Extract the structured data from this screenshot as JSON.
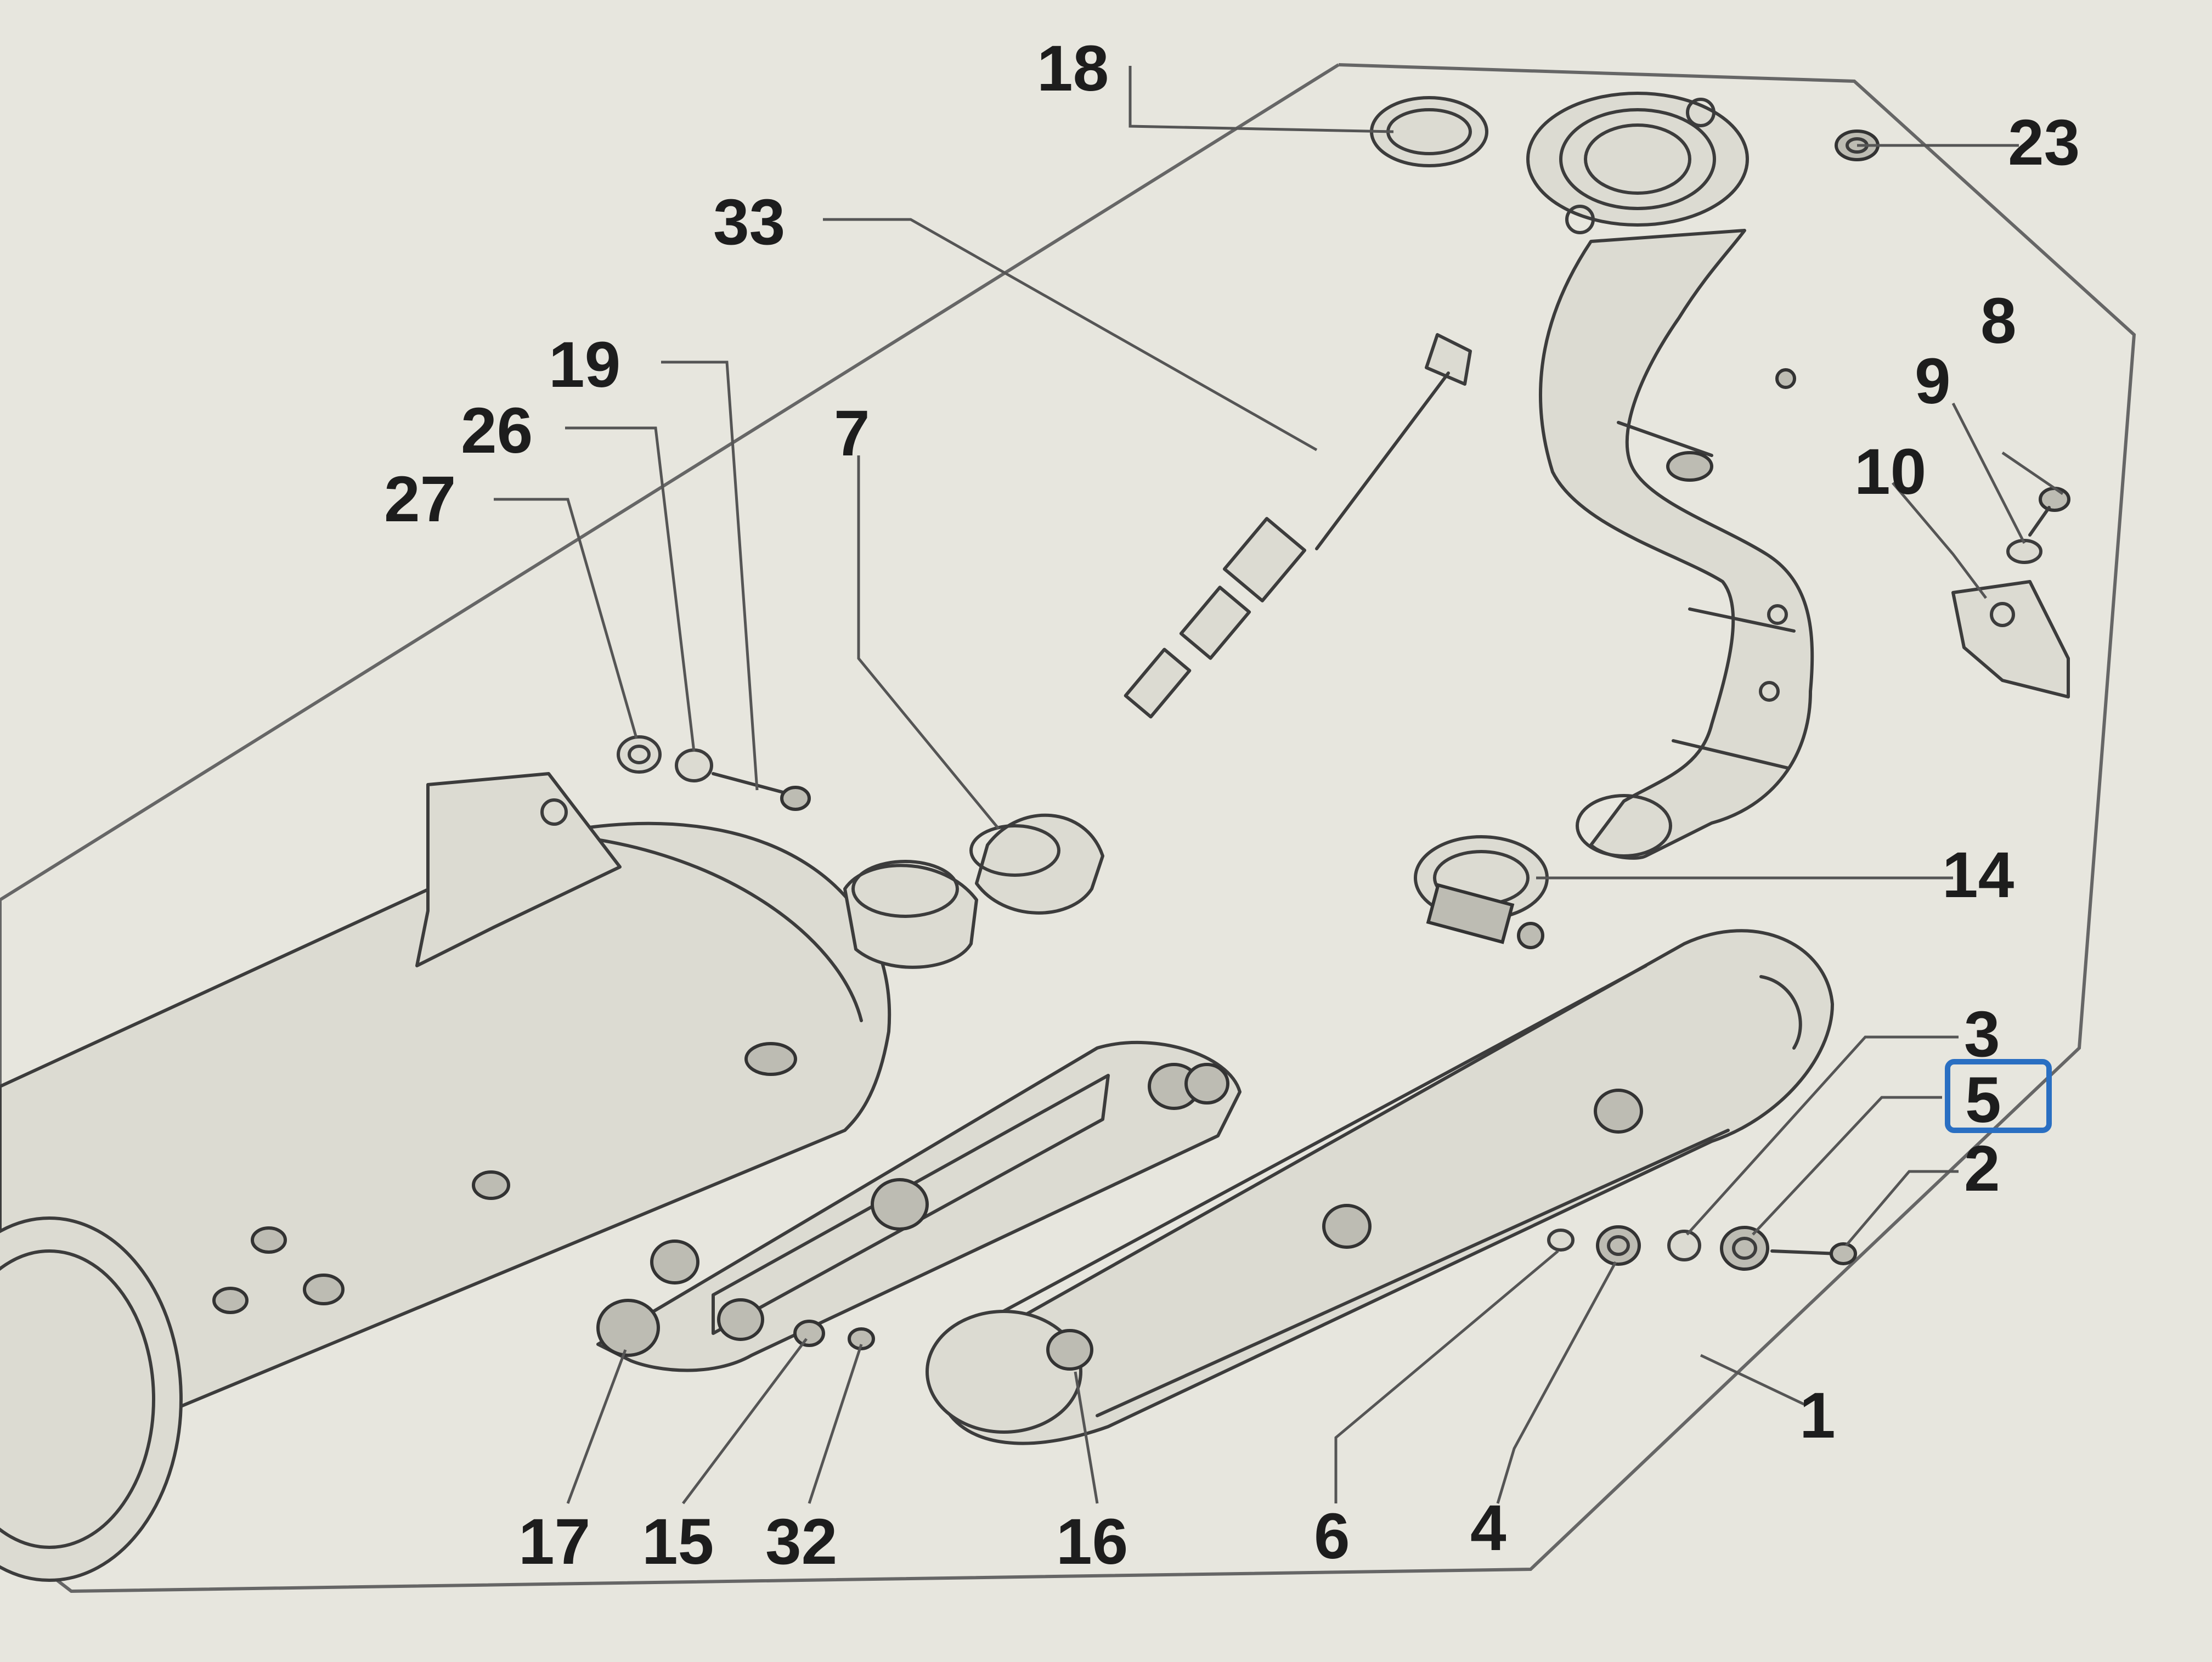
{
  "diagram": {
    "highlight_color": "#2a6fc2",
    "callouts": {
      "p18": "18",
      "p23": "23",
      "p33": "33",
      "p19": "19",
      "p26": "26",
      "p27": "27",
      "p7": "7",
      "p8": "8",
      "p9": "9",
      "p10": "10",
      "p14": "14",
      "p3": "3",
      "p5": "5",
      "p2": "2",
      "p1": "1",
      "p17": "17",
      "p15": "15",
      "p32": "32",
      "p16": "16",
      "p6": "6",
      "p4": "4"
    },
    "selected_part": "5"
  }
}
